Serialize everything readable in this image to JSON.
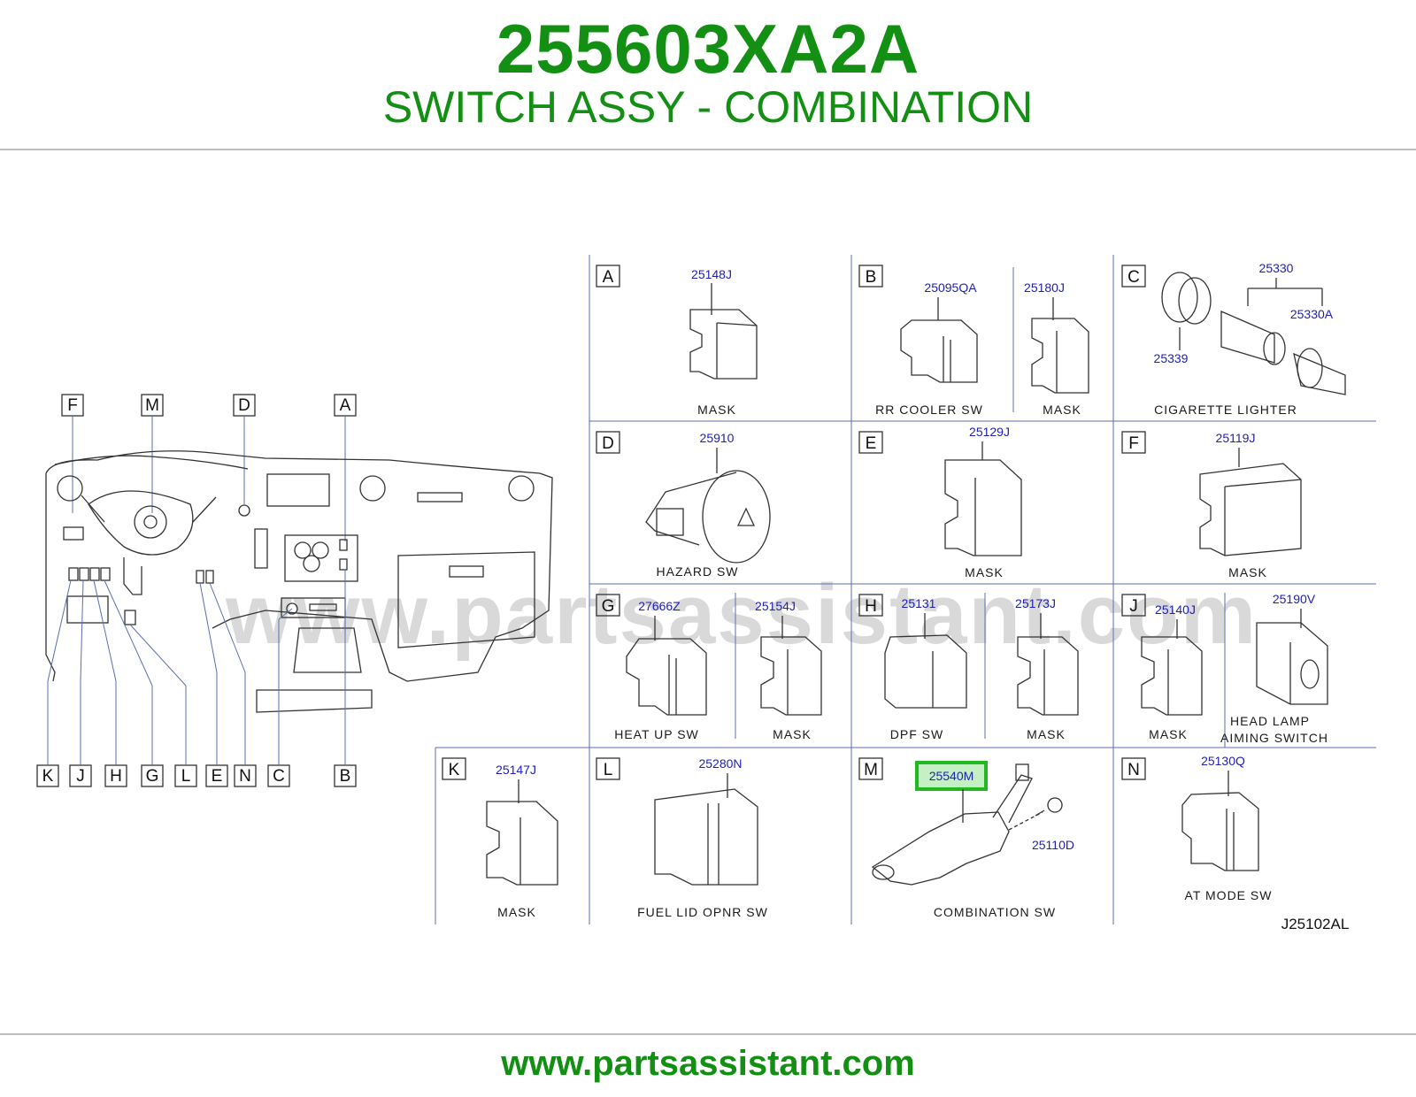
{
  "header": {
    "part_number": "255603XA2A",
    "description": "SWITCH ASSY - COMBINATION"
  },
  "footer_url": "www.partsassistant.com",
  "watermark": "www.partsassistant.com",
  "drawing_code": "J25102AL",
  "dashboard_callouts_top": [
    "F",
    "M",
    "D",
    "A"
  ],
  "dashboard_callouts_bottom": [
    "K",
    "J",
    "H",
    "G",
    "L",
    "E",
    "N",
    "C",
    "B"
  ],
  "highlight_color": "#22b822",
  "panels": {
    "A": {
      "letter": "A",
      "parts": [
        "25148J"
      ],
      "captions": [
        "MASK"
      ]
    },
    "B": {
      "letter": "B",
      "parts": [
        "25095QA",
        "25180J"
      ],
      "captions": [
        "RR   COOLER   SW",
        "MASK"
      ]
    },
    "C": {
      "letter": "C",
      "parts": [
        "25330",
        "25330A",
        "25339"
      ],
      "captions": [
        "CIGARETTE   LIGHTER"
      ]
    },
    "D": {
      "letter": "D",
      "parts": [
        "25910"
      ],
      "captions": [
        "HAZARD   SW"
      ]
    },
    "E": {
      "letter": "E",
      "parts": [
        "25129J"
      ],
      "captions": [
        "MASK"
      ]
    },
    "F": {
      "letter": "F",
      "parts": [
        "25119J"
      ],
      "captions": [
        "MASK"
      ]
    },
    "G": {
      "letter": "G",
      "parts": [
        "27666Z",
        "25154J"
      ],
      "captions": [
        "HEAT   UP   SW",
        "MASK"
      ]
    },
    "H": {
      "letter": "H",
      "parts": [
        "25131",
        "25173J"
      ],
      "captions": [
        "DPF   SW",
        "MASK"
      ]
    },
    "J": {
      "letter": "J",
      "parts": [
        "25140J",
        "25190V"
      ],
      "captions": [
        "MASK",
        "HEAD   LAMP",
        "AIMING   SWITCH"
      ]
    },
    "K": {
      "letter": "K",
      "parts": [
        "25147J"
      ],
      "captions": [
        "MASK"
      ]
    },
    "L": {
      "letter": "L",
      "parts": [
        "25280N"
      ],
      "captions": [
        "FUEL   LID   OPNR   SW"
      ]
    },
    "M": {
      "letter": "M",
      "parts": [
        "25540M",
        "25110D"
      ],
      "captions": [
        "COMBINATION   SW"
      ]
    },
    "N": {
      "letter": "N",
      "parts": [
        "25130Q"
      ],
      "captions": [
        "AT   MODE   SW"
      ]
    }
  }
}
